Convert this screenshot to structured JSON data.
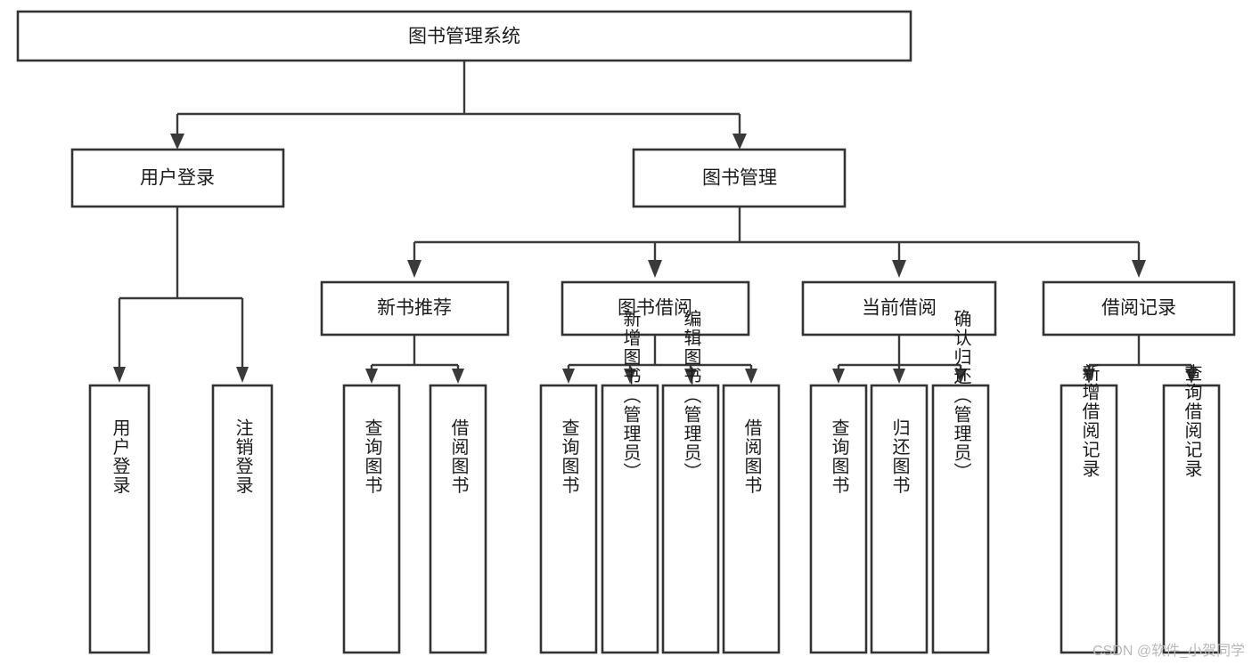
{
  "diagram": {
    "type": "tree",
    "title": "图书管理系统",
    "orientation": "top-down",
    "colors": {
      "box_fill": "#ffffff",
      "box_stroke": "#333333",
      "edge": "#3a3a3a",
      "text": "#1b1b1b",
      "watermark": "#b9b9b9"
    },
    "root": {
      "label": "图书管理系统",
      "level": 0
    },
    "level1": [
      {
        "label": "用户登录",
        "level": 1
      },
      {
        "label": "图书管理",
        "level": 1
      }
    ],
    "level2": [
      {
        "label": "新书推荐",
        "level": 2,
        "parent": "图书管理"
      },
      {
        "label": "图书借阅",
        "level": 2,
        "parent": "图书管理"
      },
      {
        "label": "当前借阅",
        "level": 2,
        "parent": "图书管理"
      },
      {
        "label": "借阅记录",
        "level": 2,
        "parent": "图书管理"
      }
    ],
    "leaves": [
      {
        "label": "用户登录",
        "parent": "用户登录",
        "orientation": "vertical"
      },
      {
        "label": "注销登录",
        "parent": "用户登录",
        "orientation": "vertical"
      },
      {
        "label": "查询图书",
        "parent": "新书推荐",
        "orientation": "vertical"
      },
      {
        "label": "借阅图书",
        "parent": "新书推荐",
        "orientation": "vertical"
      },
      {
        "label": "查询图书",
        "parent": "图书借阅",
        "orientation": "vertical"
      },
      {
        "label": "新增图书（管理员）",
        "parent": "图书借阅",
        "orientation": "vertical"
      },
      {
        "label": "编辑图书（管理员）",
        "parent": "图书借阅",
        "orientation": "vertical"
      },
      {
        "label": "借阅图书",
        "parent": "图书借阅",
        "orientation": "vertical"
      },
      {
        "label": "查询图书",
        "parent": "当前借阅",
        "orientation": "vertical"
      },
      {
        "label": "归还图书",
        "parent": "当前借阅",
        "orientation": "vertical"
      },
      {
        "label": "确认归还（管理员）",
        "parent": "当前借阅",
        "orientation": "vertical"
      },
      {
        "label": "新增借阅记录",
        "parent": "借阅记录",
        "orientation": "vertical"
      },
      {
        "label": "查询借阅记录",
        "parent": "借阅记录",
        "orientation": "vertical"
      }
    ]
  },
  "watermark": {
    "text": "CSDN @软件_小贺同学"
  }
}
